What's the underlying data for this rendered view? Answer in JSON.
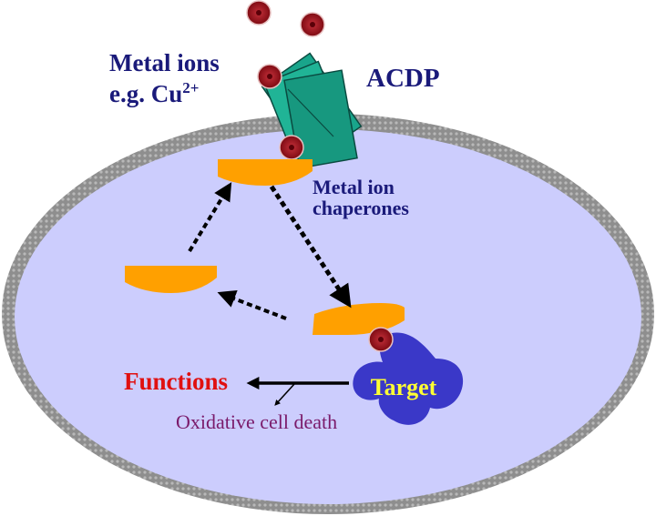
{
  "labels": {
    "metal_ions_line1": "Metal ions",
    "metal_ions_line2": "e.g. Cu",
    "metal_ions_sup": "2+",
    "acdp": "ACDP",
    "chaperones_line1": "Metal ion",
    "chaperones_line2": "chaperones",
    "target": "Target",
    "functions": "Functions",
    "oxidative": "Oxidative cell death"
  },
  "colors": {
    "cytoplasm": "#cccdfd",
    "membrane": "#9a9a9a",
    "transporter": "#19a58b",
    "chaperone": "#ffa000",
    "ion": "#9e0e16",
    "target": "#3a38c8",
    "target_text": "#ffff33",
    "text_navy": "#1a1a7a",
    "functions_red": "#e01010",
    "oxidative_purple": "#7a1a6a"
  },
  "icons": {
    "ion": "metal-ion-circle",
    "transporter": "acdp-transporter-blocks",
    "chaperone": "chaperone-half-disc",
    "target": "target-blob",
    "arrow": "dashed-arrow"
  }
}
